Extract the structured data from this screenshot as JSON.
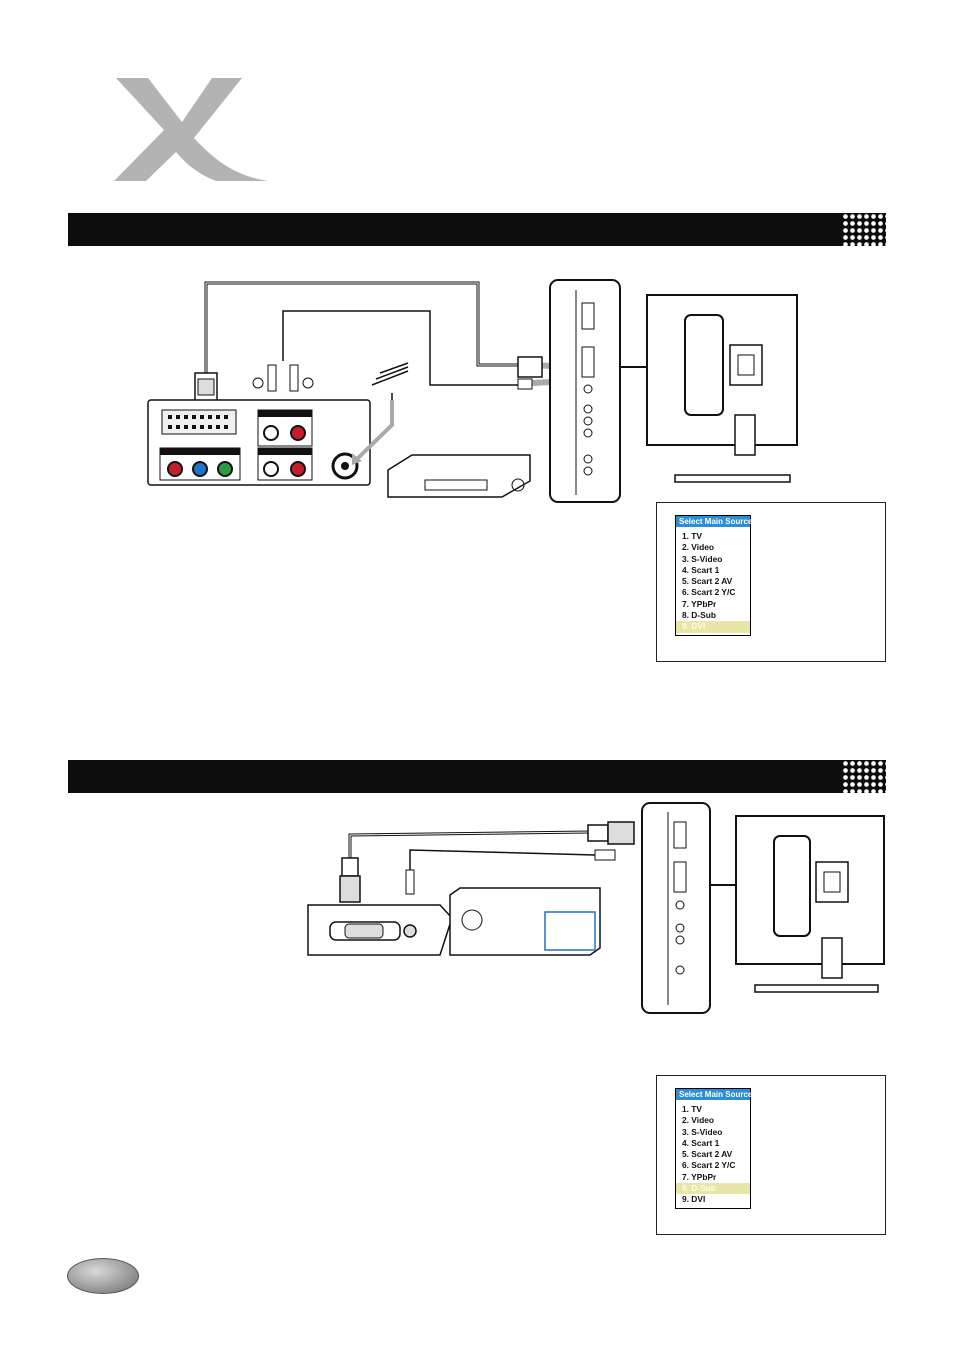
{
  "brand": {
    "logo_letter": "X"
  },
  "sections": [
    {
      "diagram": "dvi-connection",
      "osd": {
        "title": "Select Main Source",
        "items": [
          "1. TV",
          "2. Video",
          "3. S-Video",
          "4. Scart 1",
          "5. Scart 2 AV",
          "6. Scart 2 Y/C",
          "7. YPbPr",
          "8. D-Sub",
          "9. DVI"
        ],
        "selected": "9. DVI"
      }
    },
    {
      "diagram": "dsub-connection",
      "osd": {
        "title": "Select Main Source",
        "items": [
          "1. TV",
          "2. Video",
          "3. S-Video",
          "4. Scart 1",
          "5. Scart 2 AV",
          "6. Scart 2 Y/C",
          "7. YPbPr",
          "8. D-Sub",
          "9. DVI"
        ],
        "selected": "8. D-Sub"
      }
    }
  ],
  "colors": {
    "bar": "#0d0d0d",
    "osd_title_bg": "#2a8fd6",
    "osd_highlight": "#e9e5a6",
    "logo_gray": "#b3b3b3"
  }
}
